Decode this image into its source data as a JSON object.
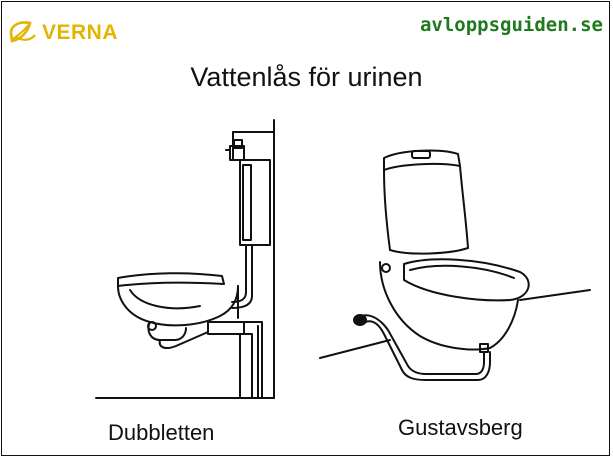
{
  "header": {
    "logo_text": "VERNA",
    "site": "avloppsguiden.se"
  },
  "title": "Vattenlås för urinen",
  "captions": {
    "left": "Dubbletten",
    "right": "Gustavsberg"
  },
  "colors": {
    "brand_yellow": "#e3b400",
    "site_green": "#1f7a1f",
    "line": "#111111"
  }
}
